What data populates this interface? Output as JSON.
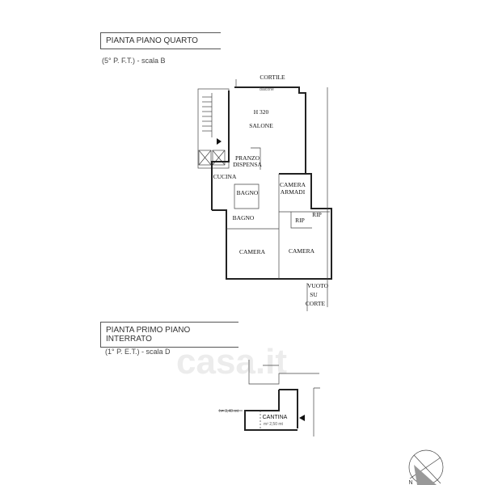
{
  "plan_upper": {
    "title": "PIANTA PIANO QUARTO",
    "subtitle": "(5° P. F.T.) - scala B",
    "labels": {
      "cortile": "CORTILE",
      "balcone": "balcone",
      "height": "H 320",
      "salone": "SALONE",
      "pranzo": "PRANZO",
      "dispensa": "DISPENSA",
      "cucina": "CUCINA",
      "camera_armadi_1": "CAMERA",
      "camera_armadi_2": "ARMADI",
      "bagno_1": "BAGNO",
      "bagno_2": "BAGNO",
      "rip_1": "RIP",
      "rip_2": "RIP",
      "camera_left": "CAMERA",
      "camera_right": "CAMERA",
      "vuoto": "VUOTO",
      "su": "SU",
      "corte": "CORTE"
    }
  },
  "plan_lower": {
    "title": "PIANTA PRIMO PIANO INTERRATO",
    "subtitle": "(1° P. E.T.) - scala D",
    "labels": {
      "cantina": "CANTINA",
      "area": "m² 2,50 mt",
      "height": "h= 3,40 mt"
    }
  },
  "watermark": "casa.it",
  "compass": "N"
}
